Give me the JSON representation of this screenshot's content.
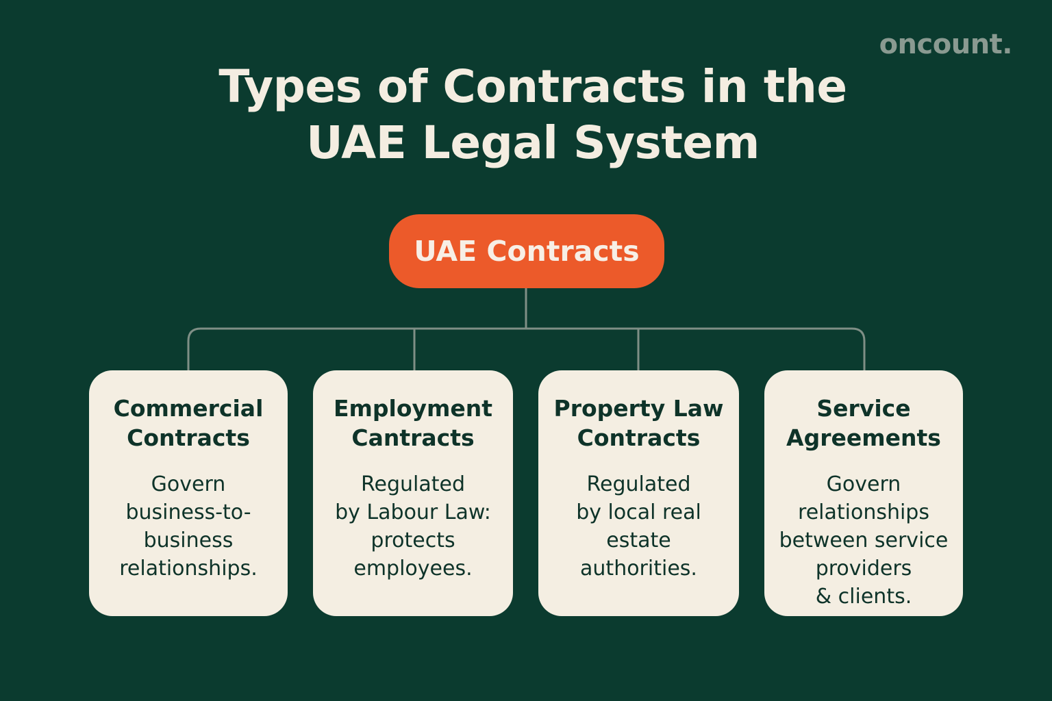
{
  "brand": {
    "logo_text": "oncount."
  },
  "title": {
    "line1": "Types of Contracts in the",
    "line2": "UAE Legal System"
  },
  "root_node": {
    "label": "UAE Contracts",
    "color": "#ec5a2a"
  },
  "cards": [
    {
      "title": "Commercial\nContracts",
      "description": "Govern\nbusiness-to-\nbusiness\nrelationships."
    },
    {
      "title": "Employment\nCantracts",
      "description": "Regulated\nby Labour Law:\nprotects\nemployees."
    },
    {
      "title": "Property Law\nContracts",
      "description": "Regulated\nby local real\nestate\nauthorities."
    },
    {
      "title": "Service\nAgreements",
      "description": "Govern\nrelationships\nbetween service\nproviders\n& clients."
    }
  ],
  "colors": {
    "background": "#0b3b2f",
    "card": "#f4eee2",
    "text_light": "#f4ede1",
    "text_dark": "#0e3329",
    "connector": "#7f8f86",
    "logo": "#8a9a91"
  }
}
